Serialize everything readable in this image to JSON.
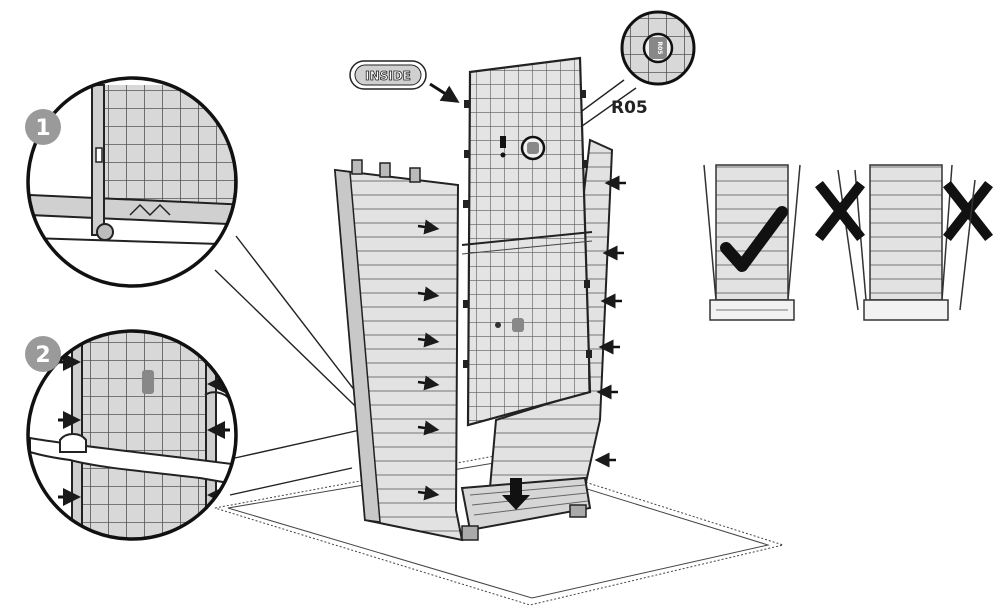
{
  "inside_label": "INSIDE",
  "part_code": "R05",
  "badge_part_code": "R05",
  "step_1": "1",
  "step_2": "2",
  "correct_mark": "✔",
  "wrong_mark": "✖",
  "colors": {
    "line": "#2a2a2a",
    "panel_fill": "#e6e6e6",
    "panel_dark": "#c9c9c9",
    "badge_fill": "#9a9a9a",
    "arrow": "#1a1a1a"
  }
}
